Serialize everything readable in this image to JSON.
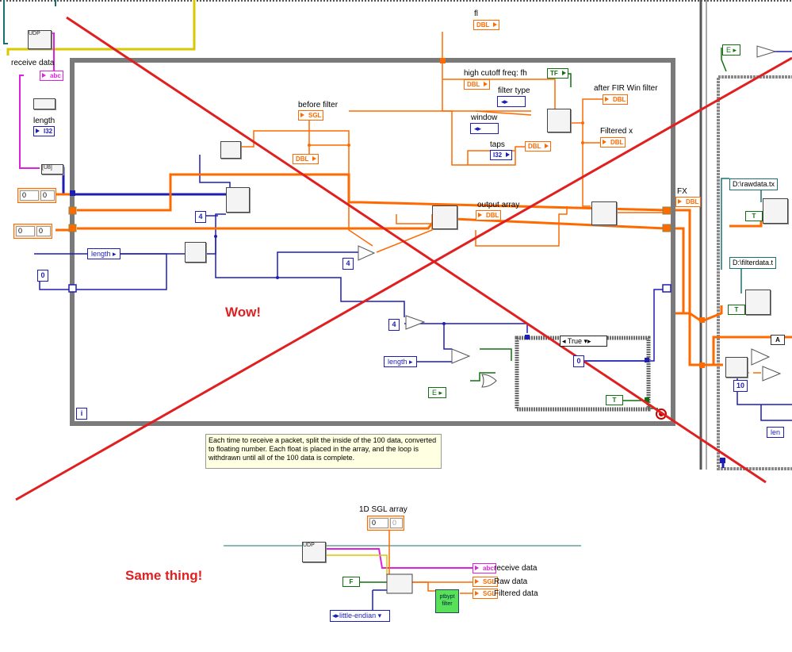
{
  "labels": {
    "receive_data": "receive data",
    "length": "length",
    "before_filter": "before filter",
    "fl": "fl",
    "high_cutoff": "high cutoff freq: fh",
    "filter_type": "filter type",
    "window": "window",
    "taps": "taps",
    "after_fir": "after FIR Win filter",
    "filtered_x": "Filtered x",
    "output_array": "output array",
    "fx": "FX",
    "one_d_sgl_array": "1D SGL array",
    "receive_data_2": "receive data",
    "raw_data": "Raw data",
    "filtered_data": "Filtered data"
  },
  "terminals": {
    "abc": "abc",
    "dbl": "DBL",
    "sgl": "SGL",
    "i32": "I32",
    "tf": "TF",
    "u8": "[U8]"
  },
  "constants": {
    "zero": "0",
    "four": "4",
    "ten": "10",
    "length_ref": "length",
    "e_ref": "E",
    "true_case": "True",
    "bool_t": "T",
    "bool_f": "F",
    "little_endian": "little-endian",
    "rawdata_path": "D:\\rawdata.tx",
    "filterdata_path": "D:\\filterdata.t",
    "len_ref": "len",
    "a_const": "A",
    "udp": "UDP",
    "pt_filter": "ptbypt filter",
    "i_iter": "i"
  },
  "comment": "Each time to receive a packet, split the inside of the 100 data, converted to floating number. Each float is placed in the array, and the loop is withdrawn until all of the 100 data is complete.",
  "annotations": {
    "wow": "Wow!",
    "same_thing": "Same thing!"
  },
  "colors": {
    "wire_orange": "#ff6a00",
    "wire_blue": "#1e1eb4",
    "wire_pink": "#e020e0",
    "wire_green": "#107010",
    "wire_yellow": "#d8c800",
    "strike_red": "#e02020",
    "loop_frame": "#7a7a7a"
  }
}
